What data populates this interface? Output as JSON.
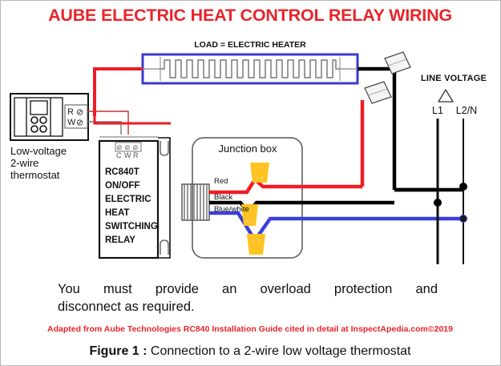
{
  "figure": {
    "title": "AUBE ELECTRIC HEAT CONTROL RELAY WIRING",
    "caption_bold": "Figure 1 :",
    "caption_rest": " Connection to a 2-wire low voltage thermostat",
    "credit": "Adapted from Aube Technologies RC840 Installation Guide cited in detail at InspectApedia.com©2019",
    "note_line1": "You must provide an overload protection and",
    "note_line2": "disconnect as required."
  },
  "load": {
    "label": "LOAD = ELECTRIC HEATER"
  },
  "thermostat": {
    "caption_line1": "Low-voltage",
    "caption_line2": "2-wire",
    "caption_line3": "thermostat",
    "terminals": [
      {
        "letter": "R",
        "screw": "⊘"
      },
      {
        "letter": "W",
        "screw": "⊘"
      }
    ]
  },
  "relay": {
    "terminal_screws": [
      "⊘",
      "⊘",
      "⊘"
    ],
    "terminal_letters": [
      "C",
      "W",
      "R"
    ],
    "body_lines": [
      "RC840T",
      "ON/OFF",
      "ELECTRIC",
      "HEAT",
      "SWITCHING",
      "RELAY"
    ]
  },
  "junction_box": {
    "label": "Junction box",
    "wire_labels": [
      "Red",
      "Black",
      "Blue/white"
    ]
  },
  "line_voltage": {
    "heading": "LINE VOLTAGE",
    "warning_icon": "warning-triangle-icon",
    "terminals": [
      "L1",
      "L2/N"
    ]
  },
  "colors": {
    "title_red": "#e8252a",
    "wire_red": "#ee1c25",
    "wire_black": "#000000",
    "wire_blue": "#3b3fd8",
    "wire_nut_yellow": "#ffc423",
    "heater_border_blue": "#3a3ad0",
    "coil_gray": "#8a8a8a",
    "jbox_gray": "#555555"
  }
}
